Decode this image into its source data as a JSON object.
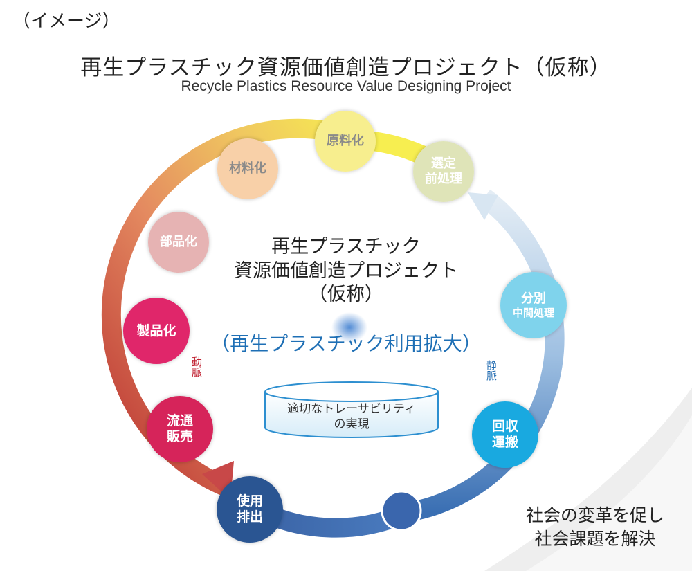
{
  "header": {
    "note": "（イメージ）",
    "title": "再生プラスチック資源価値創造プロジェクト（仮称）",
    "subtitle": "Recycle Plastics Resource Value Designing Project"
  },
  "center": {
    "title_line1": "再生プラスチック",
    "title_line2": "資源価値創造プロジェクト",
    "title_line3": "（仮称）",
    "subtitle": "（再生プラスチック利用拡大）",
    "traceability_line1": "適切なトレーサビリティ",
    "traceability_line2": "の実現"
  },
  "flow_labels": {
    "arterial": "動脈",
    "venous": "静脈"
  },
  "nodes": [
    {
      "line1": "原料化",
      "line2": "",
      "color": "#f7ee8e",
      "text_color": "#8a8a8a"
    },
    {
      "line1": "選定",
      "line2": "前処理",
      "color": "#dfe4b8",
      "text_color": "#ffffff"
    },
    {
      "line1": "分別",
      "line2": "中間処理",
      "color": "#7fd3ec",
      "text_color": "#ffffff"
    },
    {
      "line1": "回収",
      "line2": "運搬",
      "color": "#19a9e0",
      "text_color": "#ffffff"
    },
    {
      "line1": "使用",
      "line2": "排出",
      "color": "#2a5592",
      "text_color": "#ffffff"
    },
    {
      "line1": "流通",
      "line2": "販売",
      "color": "#d6245a",
      "text_color": "#ffffff"
    },
    {
      "line1": "製品化",
      "line2": "",
      "color": "#e0266a",
      "text_color": "#ffffff"
    },
    {
      "line1": "部品化",
      "line2": "",
      "color": "#e6b3b3",
      "text_color": "#ffffff"
    },
    {
      "line1": "材料化",
      "line2": "",
      "color": "#f8d0a8",
      "text_color": "#8a8a8a"
    }
  ],
  "bottom_message": {
    "line1": "社会の変革を促し",
    "line2": "社会課題を解決"
  },
  "colors": {
    "arterial_start": "#b83030",
    "arterial_mid": "#e0a050",
    "arterial_end": "#f7ee50",
    "venous_light": "#dde8f2",
    "venous_dark": "#3a6fb3",
    "accent_blue": "#1e6fb5"
  }
}
